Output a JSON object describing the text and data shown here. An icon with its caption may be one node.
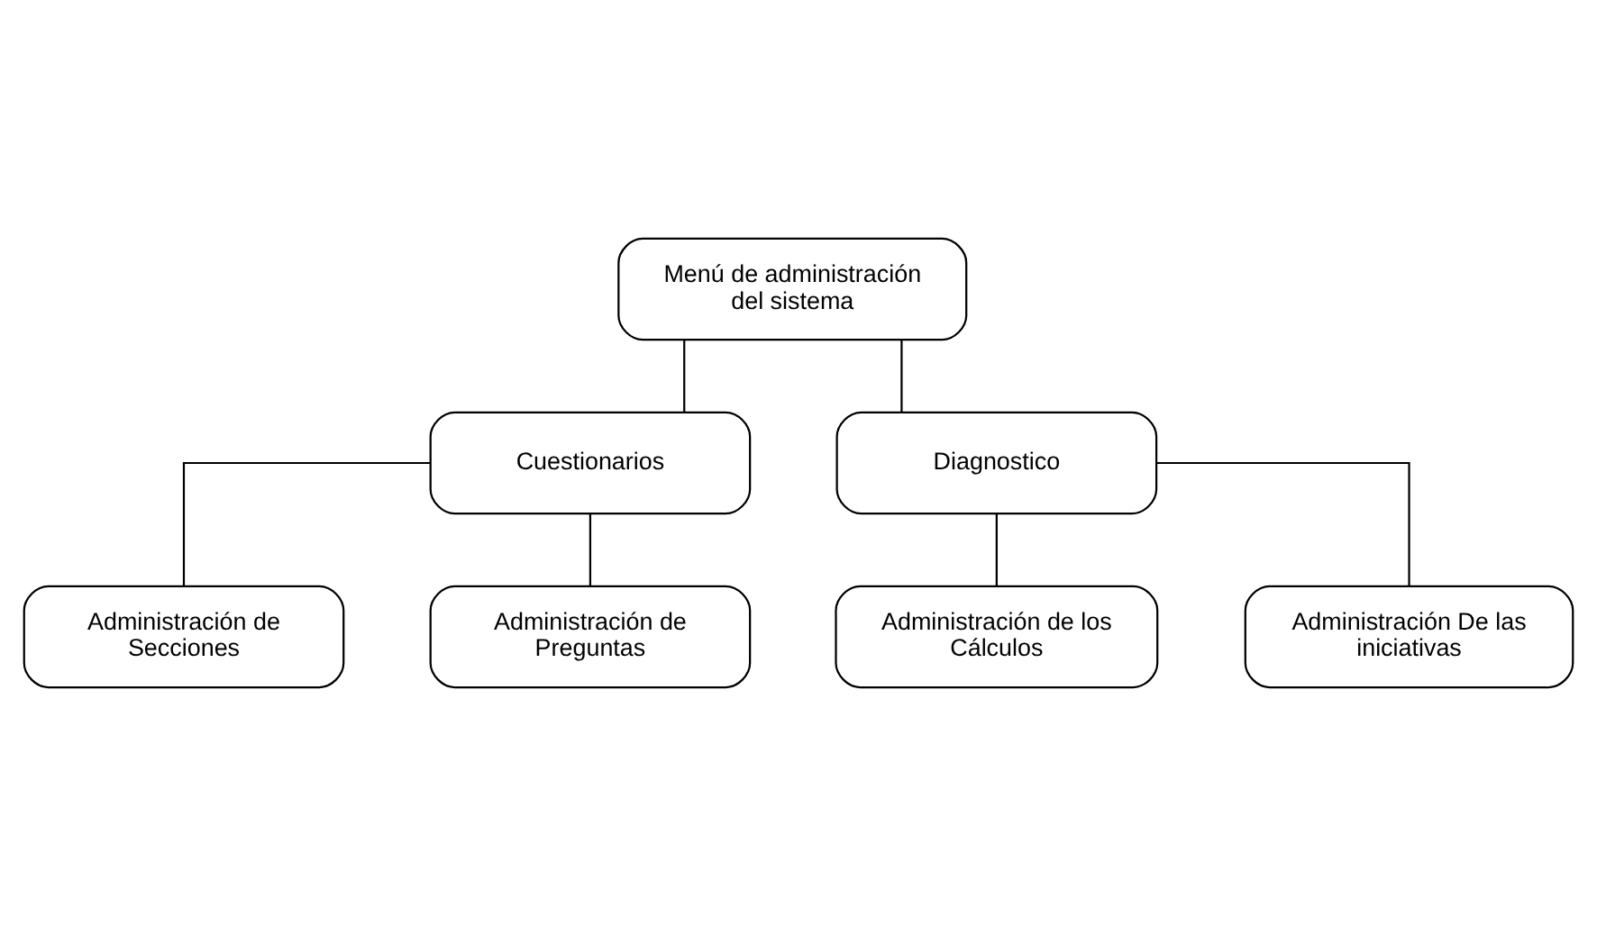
{
  "diagram": {
    "nodes": [
      {
        "text": [
          "Menú de administración del sistema"
        ]
      },
      {
        "text": [
          "Cuestionarios"
        ]
      },
      {
        "text": [
          "Diagnostico"
        ]
      },
      {
        "text": [
          "Administración de Secciones"
        ]
      },
      {
        "text": [
          "Administración de Preguntas"
        ]
      },
      {
        "text": [
          "Administración de los Cálculos"
        ]
      },
      {
        "text": [
          "Administración De las iniciativas"
        ]
      }
    ],
    "edges": [
      {
        "from": 0,
        "to": 1,
        "arrow": "none"
      },
      {
        "from": 0,
        "to": 2,
        "arrow": "none"
      },
      {
        "from": 1,
        "to": 3,
        "arrow": "none"
      },
      {
        "from": 1,
        "to": 4,
        "arrow": "none"
      },
      {
        "from": 2,
        "to": 5,
        "arrow": "none"
      },
      {
        "from": 2,
        "to": 6,
        "arrow": "none"
      }
    ]
  }
}
